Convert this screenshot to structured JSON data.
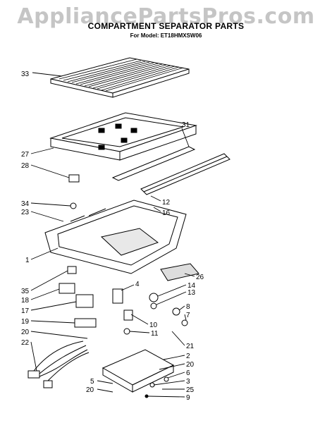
{
  "watermark": "AppliancePartsPros.com",
  "title": "COMPARTMENT SEPARATOR PARTS",
  "subtitle": "For Model: ET18HMXSW06",
  "callouts": {
    "c33": "33",
    "c31": "31",
    "c27": "27",
    "c28": "28",
    "c12": "12",
    "c16": "16",
    "c34": "34",
    "c23": "23",
    "c1": "1",
    "c26": "26",
    "c35": "35",
    "c4": "4",
    "c14": "14",
    "c13": "13",
    "c18": "18",
    "c8": "8",
    "c17": "17",
    "c7": "7",
    "c10": "10",
    "c11": "11",
    "c19": "19",
    "c20a": "20",
    "c22": "22",
    "c21": "21",
    "c2": "2",
    "c20b": "20",
    "c6": "6",
    "c3": "3",
    "c5": "5",
    "c25": "25",
    "c20c": "20",
    "c9": "9"
  }
}
